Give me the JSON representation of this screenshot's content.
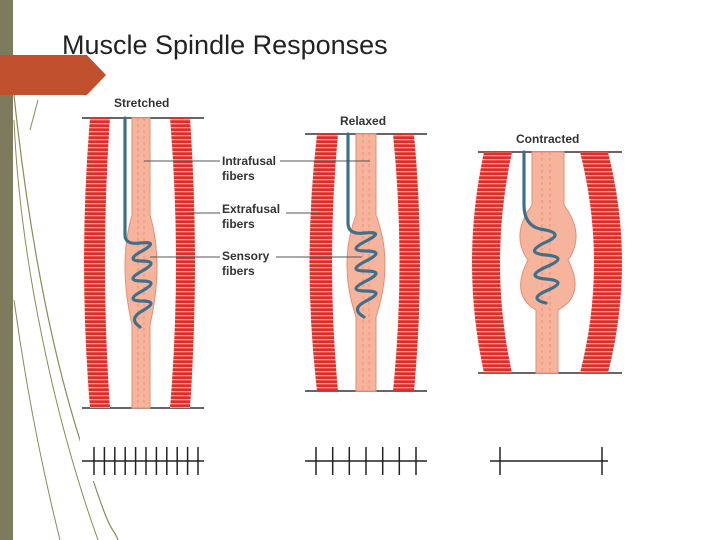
{
  "slide": {
    "title": "Muscle Spindle Responses"
  },
  "figure": {
    "states": [
      {
        "label": "Stretched",
        "spike_count": 11
      },
      {
        "label": "Relaxed",
        "spike_count": 7
      },
      {
        "label": "Contracted",
        "spike_count": 2
      }
    ],
    "callouts": [
      {
        "line1": "Intrafusal",
        "line2": "fibers"
      },
      {
        "line1": "Extrafusal",
        "line2": "fibers"
      },
      {
        "line1": "Sensory",
        "line2": "fibers"
      }
    ],
    "colors": {
      "extrafusal": "#d9302a",
      "extrafusal_stripe": "#f4a7a0",
      "intrafusal": "#f7b49c",
      "sensory": "#3f7089",
      "accent": "#c0502e",
      "sidebar": "#7e7a5d"
    }
  }
}
